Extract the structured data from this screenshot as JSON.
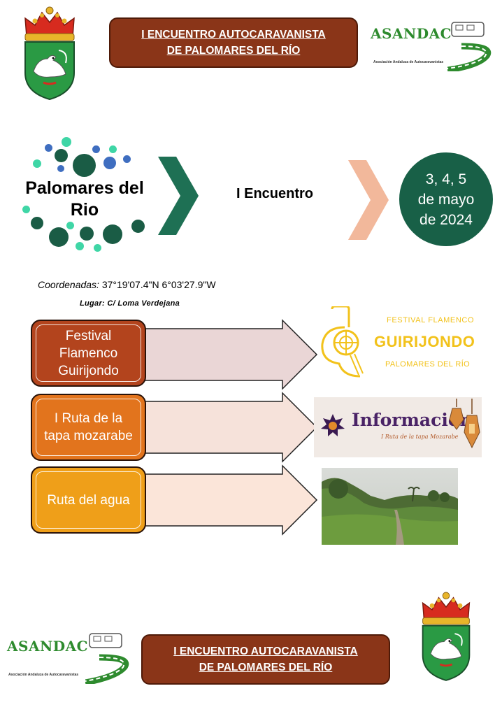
{
  "header": {
    "banner_line1": "I ENCUENTRO  AUTOCARAVANISTA",
    "banner_line2": "DE PALOMARES DEL RÍO",
    "asandac_logo": "ASANDAC",
    "asandac_tagline": "Asociación Andaluza de Autocaravanistas"
  },
  "hero": {
    "title_line1": "Palomares del",
    "title_line2": "Rio",
    "event": "I Encuentro",
    "date_line1": "3, 4, 5",
    "date_line2": "de mayo",
    "date_line3": "de 2024"
  },
  "location": {
    "coords_label": "Coordenadas:",
    "coords_value": "37°19'07.4\"N 6°03'27.9\"W",
    "place": "Lugar: C/ Loma Verdejana"
  },
  "activities": [
    {
      "line1": "Festival",
      "line2": "Flamenco",
      "line3": "Guirijondo",
      "color": "#b3441d",
      "arrow_color": "#ead6d6",
      "image": {
        "kind": "guirijondo-logo",
        "top": "FESTIVAL FLAMENCO",
        "main": "GUIRIJONDO",
        "bottom": "PALOMARES DEL RÍO"
      }
    },
    {
      "line1": "I Ruta de la",
      "line2": "tapa mozarabe",
      "color": "#e2741d",
      "arrow_color": "#f6e2da",
      "image": {
        "kind": "informacion-banner",
        "main": "Información",
        "sub": "I Ruta de la tapa Mozarabe"
      }
    },
    {
      "line1": "Ruta del agua",
      "color": "#ef9f19",
      "arrow_color": "#fbe5d9",
      "image": {
        "kind": "path-photo"
      }
    }
  ],
  "footer": {
    "banner_line1": "I ENCUENTRO  AUTOCARAVANISTA",
    "banner_line2": "DE PALOMARES DEL RÍO",
    "asandac_logo": "ASANDAC",
    "asandac_tagline": "Asociación Andaluza de Autocaravanistas"
  },
  "colors": {
    "banner_bg": "#8a3518",
    "dark_green": "#186047",
    "chevron_green": "#1e7054",
    "chevron_peach": "#f2b89b",
    "guirijondo_yellow": "#f2c21b",
    "shield_green": "#2a9a44"
  },
  "icons": [
    "coat-of-arms-icon",
    "dove-icon",
    "camper-van-icon",
    "chevron-right-icon",
    "lantern-icon"
  ]
}
